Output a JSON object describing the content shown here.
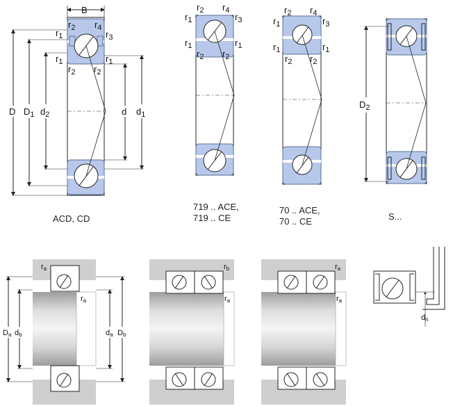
{
  "colors": {
    "ring_fill": "#b7c8ea",
    "ring_stroke": "#5a6f98",
    "ball_fill": "#ffffff",
    "line": "#222222",
    "housing_gray": "#cfcfcf",
    "shaft_light": "#e6e6e6",
    "shaft_dark": "#a9a9a9"
  },
  "top_designs": {
    "acd_cd": {
      "caption": "ACD, CD",
      "width_label": "B",
      "dims": {
        "outer": "D",
        "outer_shoulder": "D",
        "outer_shoulder_sub": "1",
        "inner_shoulder": "d",
        "inner_shoulder_sub": "2",
        "bore": "d",
        "bore_shoulder": "d",
        "bore_shoulder_sub": "1"
      },
      "radii": {
        "r1": "r",
        "r2": "r",
        "r3": "r",
        "r4": "r",
        "s1": "1",
        "s2": "2",
        "s3": "3",
        "s4": "4"
      }
    },
    "s719": {
      "caption_line1": "719 .. ACE,",
      "caption_line2": "719 .. CE",
      "radii": {
        "r": "r",
        "s1": "1",
        "s2": "2",
        "s3": "3",
        "s4": "4"
      }
    },
    "s70": {
      "caption_line1": "70 .. ACE,",
      "caption_line2": "70 .. CE",
      "radii": {
        "r": "r",
        "s1": "1",
        "s2": "2",
        "s3": "3",
        "s4": "4"
      }
    },
    "sealed": {
      "caption": "S...",
      "dim": "D",
      "dim_sub": "2"
    }
  },
  "abutment": {
    "ra": "r",
    "ra_sub": "a",
    "rb": "r",
    "rb_sub": "b",
    "Da": "D",
    "Da_sub": "a",
    "db": "d",
    "db_sub": "b",
    "da": "d",
    "da_sub": "a",
    "Db": "D",
    "Db_sub": "b",
    "dn": "d",
    "dn_sub": "n"
  }
}
